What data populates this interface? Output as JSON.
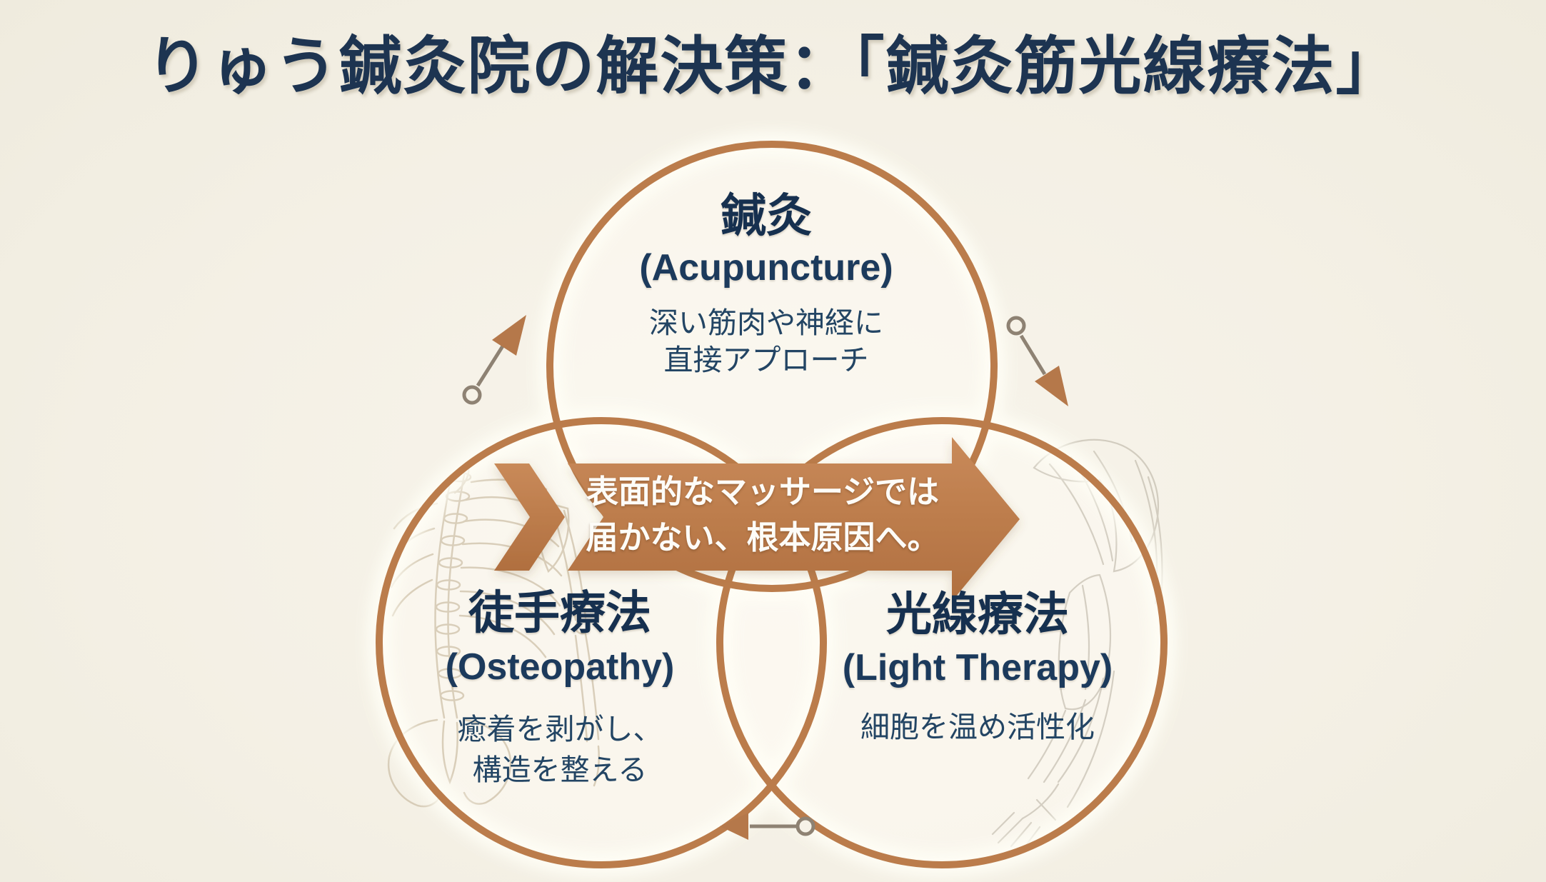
{
  "title": "りゅう鍼灸院の解決策：「鍼灸筋光線療法」",
  "banner": {
    "lines": [
      "表面的なマッサージでは",
      "届かない、根本原因へ。"
    ]
  },
  "circles": [
    {
      "id": "acupuncture",
      "jp_title": "鍼灸",
      "en_title": "(Acupuncture)",
      "desc_lines": [
        "深い筋肉や神経に",
        "直接アプローチ"
      ]
    },
    {
      "id": "osteopathy",
      "jp_title": "徒手療法",
      "en_title": "(Osteopathy)",
      "desc_lines": [
        "癒着を剥がし、",
        "構造を整える"
      ]
    },
    {
      "id": "light_therapy",
      "jp_title": "光線療法",
      "en_title": "(Light Therapy)",
      "desc_lines": [
        "細胞を温め活性化"
      ]
    }
  ],
  "colors": {
    "background": "#f4f0e5",
    "title_navy": "#1d3451",
    "text_navy": "#1e3c5f",
    "circle_copper": "#bb7c4b",
    "banner_copper_light": "#c98a59",
    "banner_copper_dark": "#b06f3f",
    "banner_text": "#fdfcf8",
    "connector_line": "#8e8273",
    "arrowhead_copper": "#b5784a",
    "sketch_skeleton_tan": "#bfae90",
    "sketch_muscle_gray": "#b0a898",
    "glow_white": "#fffef6"
  }
}
